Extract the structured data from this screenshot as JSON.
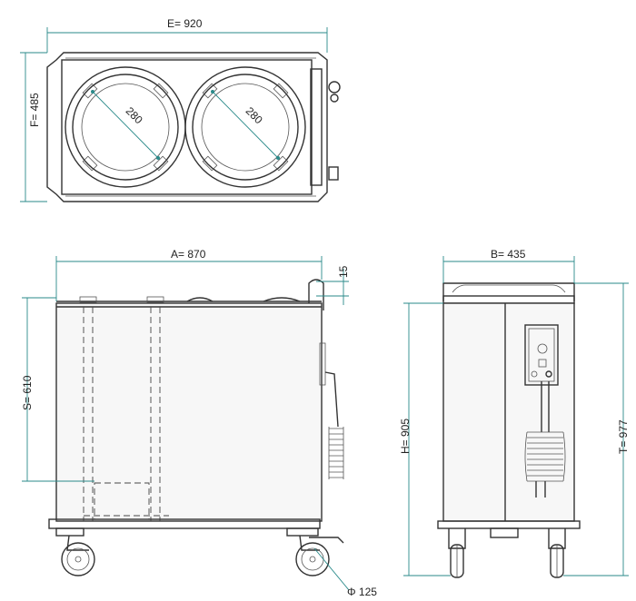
{
  "dimensions": {
    "E": "E= 920",
    "F": "F= 485",
    "ring_left": "280",
    "ring_right": "280",
    "A": "A= 870",
    "top_offset": "15",
    "S": "S= 610",
    "wheel": "Φ 125",
    "B": "B= 435",
    "H": "H= 905",
    "T": "T= 977"
  },
  "colors": {
    "dimension_line": "#2a8a8a",
    "outline": "#333333"
  }
}
